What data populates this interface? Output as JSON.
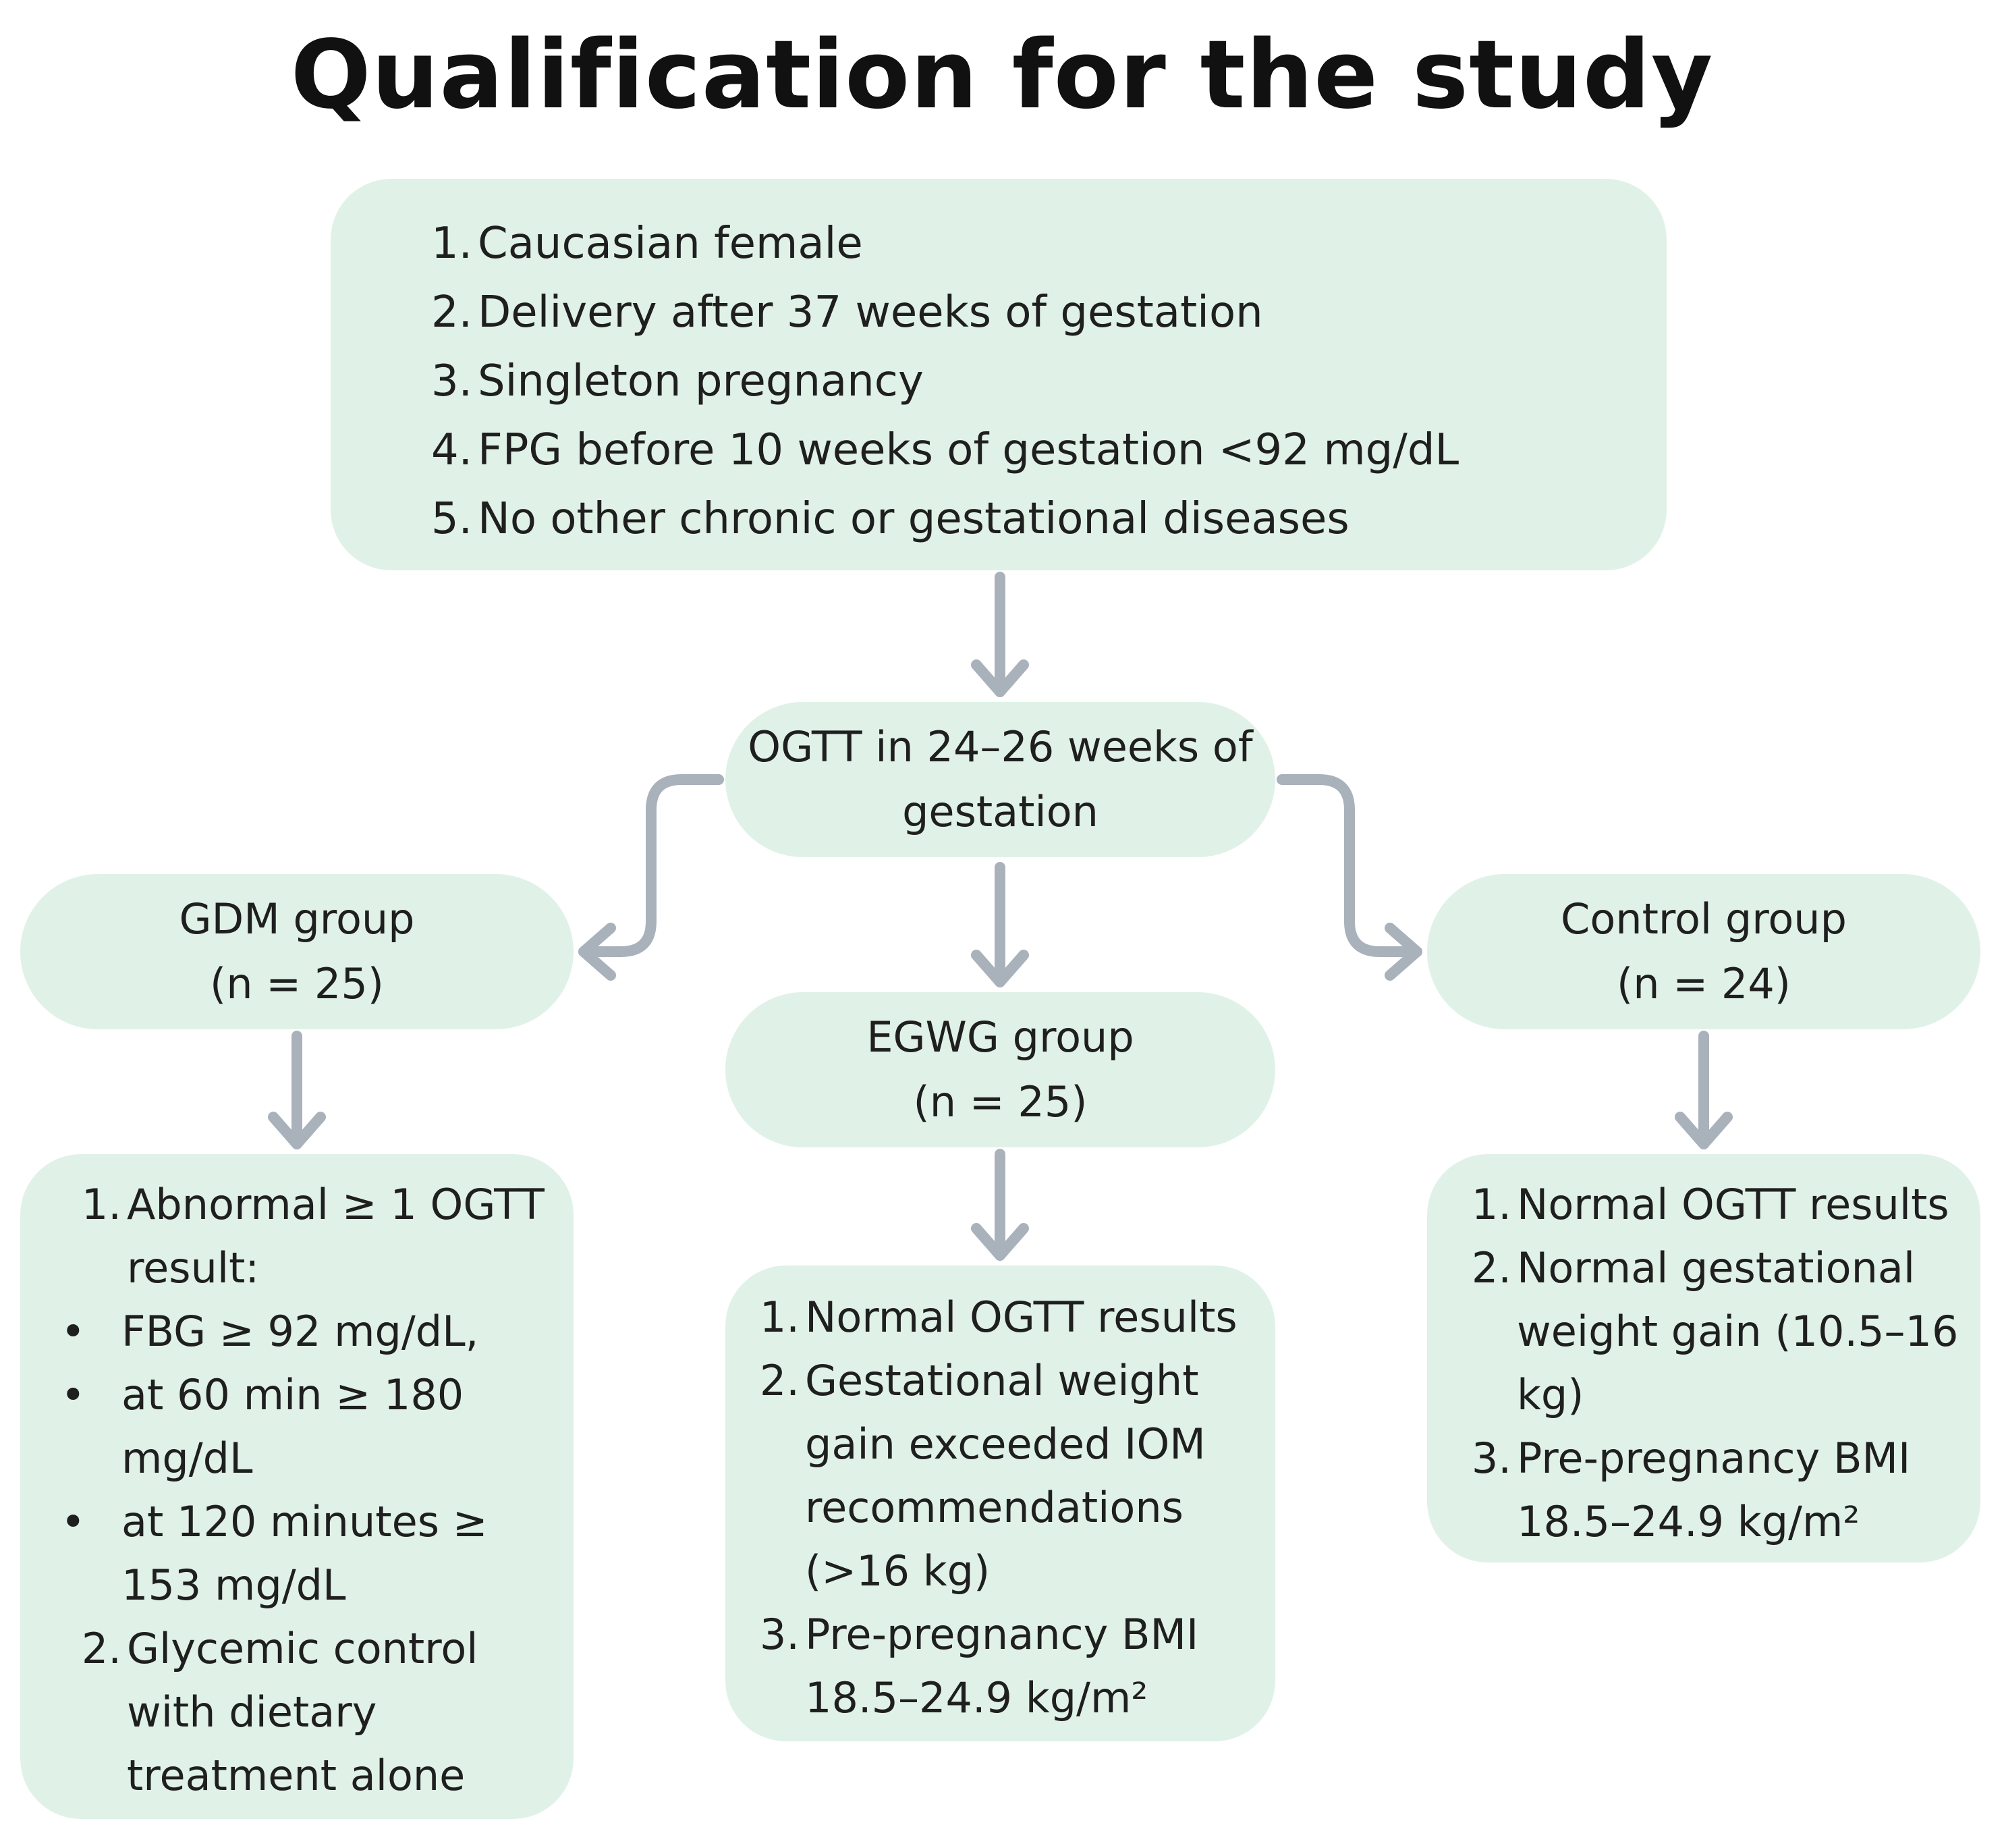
{
  "title": "Qualification for the study",
  "top_box": {
    "items": [
      {
        "num": "1.",
        "text": "Caucasian female"
      },
      {
        "num": "2.",
        "text": "Delivery after 37 weeks of gestation"
      },
      {
        "num": "3.",
        "text": "Singleton pregnancy"
      },
      {
        "num": "4.",
        "text": "FPG before 10 weeks of gestation <92 mg/dL"
      },
      {
        "num": "5.",
        "text": "No other chronic or gestational diseases"
      }
    ]
  },
  "ogtt": {
    "line1": "OGTT in 24–26 weeks of",
    "line2": "gestation"
  },
  "gdm_group": {
    "name": "GDM group",
    "n": "(n = 25)"
  },
  "egwg_group": {
    "name": "EGWG group",
    "n": "(n = 25)"
  },
  "control_group": {
    "name": "Control group",
    "n": "(n = 24)"
  },
  "gdm_criteria": {
    "item1_num": "1.",
    "item1_text": "Abnormal ≥ 1 OGTT result:",
    "bullets": [
      "FBG ≥ 92 mg/dL,",
      "at 60 min ≥ 180 mg/dL",
      "at 120 minutes ≥ 153 mg/dL"
    ],
    "item2_num": "2.",
    "item2_text": "Glycemic control with dietary treatment alone"
  },
  "egwg_criteria": {
    "items": [
      {
        "num": "1.",
        "text": "Normal OGTT results"
      },
      {
        "num": "2.",
        "text": "Gestational weight gain exceeded IOM recommendations (>16 kg)"
      },
      {
        "num": "3.",
        "text": "Pre-pregnancy BMI 18.5–24.9 kg/m²"
      }
    ]
  },
  "control_criteria": {
    "items": [
      {
        "num": "1.",
        "text": "Normal OGTT results"
      },
      {
        "num": "2.",
        "text": "Normal gestational weight gain (10.5–16 kg)"
      },
      {
        "num": "3.",
        "text": "Pre-pregnancy BMI 18.5–24.9 kg/m²"
      }
    ]
  },
  "colors": {
    "box_fill": "#e0f2e7",
    "arrow": "#a9b2bb",
    "title": "#111111"
  }
}
